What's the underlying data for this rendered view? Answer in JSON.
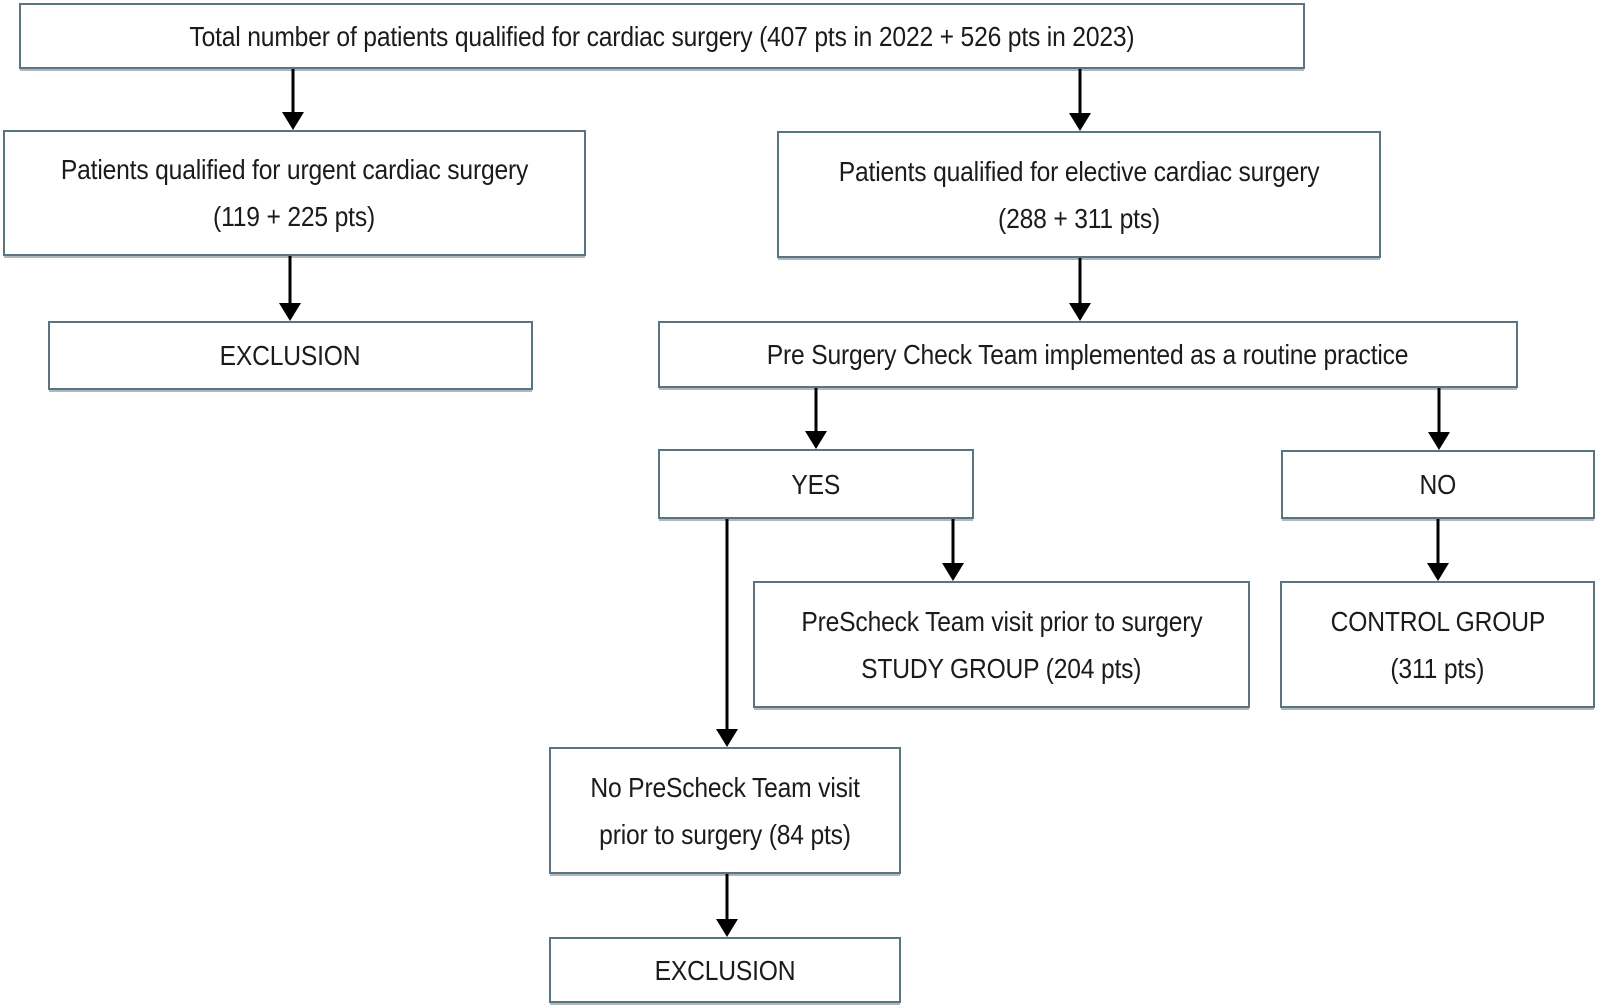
{
  "colors": {
    "box_border": "#5c7382",
    "box_fill": "#ffffff",
    "text": "#1b1b1b",
    "arrow": "#000000",
    "background": "#ffffff"
  },
  "nodes": {
    "total": {
      "line1": "Total number of patients qualified for cardiac surgery (407 pts in 2022 + 526 pts in 2023)"
    },
    "urgent": {
      "line1": "Patients qualified for urgent cardiac surgery",
      "line2": "(119 + 225 pts)"
    },
    "elective": {
      "line1": "Patients qualified for elective cardiac surgery",
      "line2": "(288 + 311 pts)"
    },
    "exclusion_urgent": {
      "line1": "EXCLUSION"
    },
    "presurgery": {
      "line1": "Pre Surgery Check Team implemented as a routine practice"
    },
    "yes": {
      "line1": "YES"
    },
    "no": {
      "line1": "NO"
    },
    "study_group": {
      "line1": "PreScheck Team visit prior to surgery",
      "line2": "STUDY GROUP (204 pts)"
    },
    "control_group": {
      "line1": "CONTROL GROUP",
      "line2": "(311 pts)"
    },
    "no_visit": {
      "line1": "No PreScheck Team visit",
      "line2": "prior to surgery (84 pts)"
    },
    "exclusion_no_visit": {
      "line1": "EXCLUSION"
    }
  }
}
